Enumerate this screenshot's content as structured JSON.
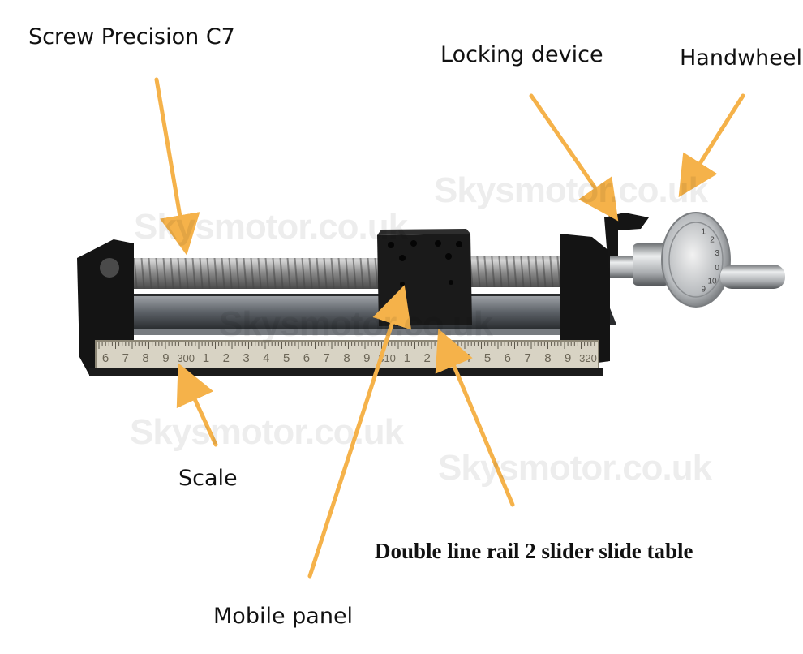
{
  "labels": {
    "screw": "Screw Precision C7",
    "locking": "Locking device",
    "handwheel": "Handwheel",
    "scale": "Scale",
    "rail": "Double line rail 2 slider slide table",
    "panel": "Mobile panel"
  },
  "watermark": "Skysmotor.co.uk",
  "scale_marks": {
    "first_segment": [
      "6",
      "7",
      "8",
      "9",
      "300",
      "1",
      "2",
      "3",
      "4",
      "5",
      "6",
      "7",
      "8",
      "9"
    ],
    "second_segment": [
      "310",
      "1",
      "2",
      "3",
      "4",
      "5",
      "6",
      "7",
      "8",
      "9",
      "320"
    ]
  },
  "handwheel_marks": [
    "1",
    "2",
    "3",
    "0",
    "10",
    "9"
  ],
  "colors": {
    "arrow": "#f5b24a",
    "frame": "#1b1b1b",
    "screw": "#9a9a9a",
    "scale_plate": "#d8d3c4",
    "metal": "#b9bcbf"
  }
}
